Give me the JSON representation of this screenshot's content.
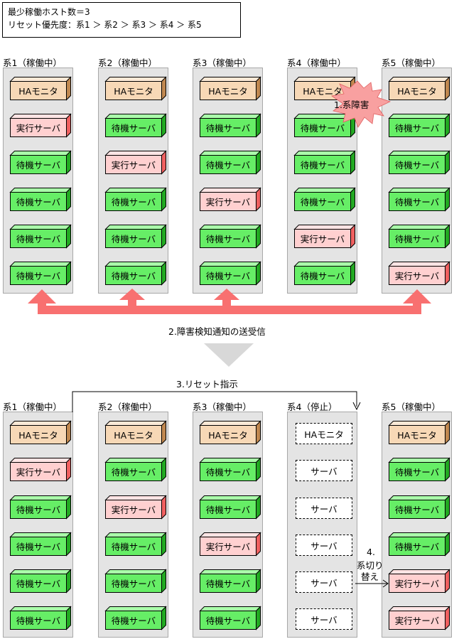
{
  "legend": {
    "line1": "最少稼働ホスト数＝3",
    "line2": "リセット優先度：系1 ＞ 系2 ＞ 系3 ＞ 系4 ＞ 系5"
  },
  "top": {
    "columns": [
      {
        "title": "系1（稼働中）",
        "boxes": [
          "ha",
          "run",
          "stb",
          "stb",
          "stb",
          "stb"
        ]
      },
      {
        "title": "系2（稼働中）",
        "boxes": [
          "ha",
          "stb",
          "run",
          "stb",
          "stb",
          "stb"
        ]
      },
      {
        "title": "系3（稼働中）",
        "boxes": [
          "ha",
          "stb",
          "stb",
          "run",
          "stb",
          "stb"
        ]
      },
      {
        "title": "系4（稼働中）",
        "boxes": [
          "ha",
          "stb",
          "stb",
          "stb",
          "run",
          "stb"
        ]
      },
      {
        "title": "系5（稼働中）",
        "boxes": [
          "ha",
          "stb",
          "stb",
          "stb",
          "stb",
          "run"
        ]
      }
    ],
    "failure_label": "1.系障害",
    "notify_label": "2.障害検知通知の送受信"
  },
  "bottom": {
    "columns": [
      {
        "title": "系1（稼働中）",
        "boxes": [
          "ha",
          "run",
          "stb",
          "stb",
          "stb",
          "stb"
        ]
      },
      {
        "title": "系2（稼働中）",
        "boxes": [
          "ha",
          "stb",
          "run",
          "stb",
          "stb",
          "stb"
        ]
      },
      {
        "title": "系3（稼働中）",
        "boxes": [
          "ha",
          "stb",
          "stb",
          "run",
          "stb",
          "stb"
        ]
      },
      {
        "title": "系4（停止）",
        "boxes": [
          "dha",
          "dsv",
          "dsv",
          "dsv",
          "dsv",
          "dsv"
        ]
      },
      {
        "title": "系5（稼働中）",
        "boxes": [
          "ha",
          "stb",
          "stb",
          "stb",
          "run",
          "run"
        ]
      }
    ],
    "reset_label": "3.リセット指示",
    "switch_label_1": "4.",
    "switch_label_2": "系切り",
    "switch_label_3": "替え"
  },
  "box_labels": {
    "ha": "HAモニタ",
    "run": "実行サーバ",
    "stb": "待機サーバ",
    "dha": "HAモニタ",
    "dsv": "サーバ"
  },
  "colors": {
    "ha_face": "#f7d8b6",
    "ha_top": "#fbe9d6",
    "ha_side": "#c08850",
    "run_face": "#ffd0d0",
    "run_top": "#ffe4e4",
    "run_side": "#f06060",
    "stb_face": "#66ee66",
    "stb_top": "#aaffaa",
    "stb_side": "#22aa22",
    "arrow": "#f87070",
    "burst": "#f8a0a0",
    "triangle": "#d8d8d8"
  }
}
